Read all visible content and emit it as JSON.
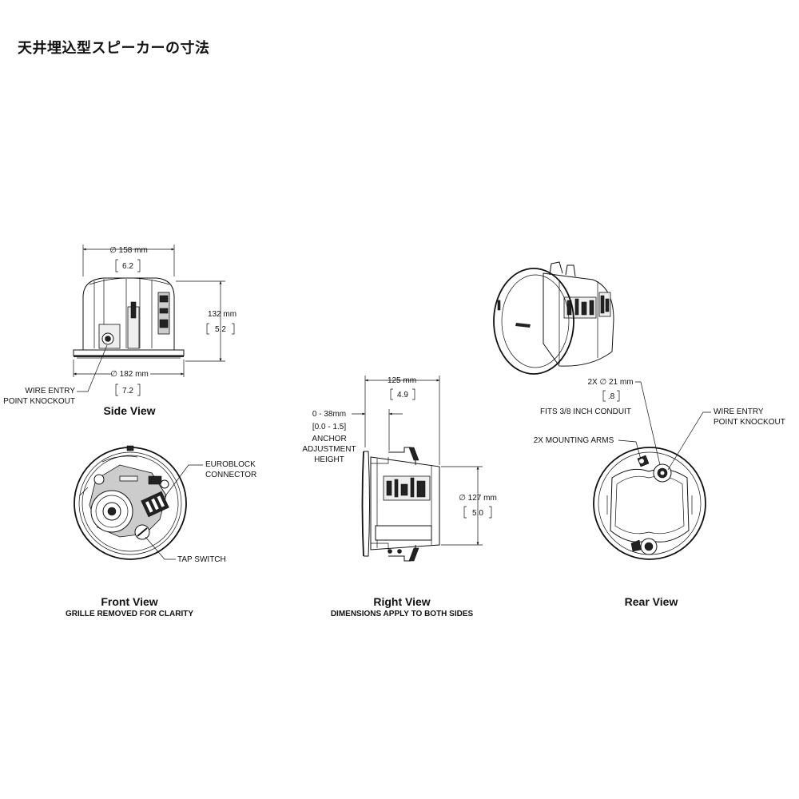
{
  "title": "天井埋込型スピーカーの寸法",
  "side_view": {
    "caption": "Side View",
    "dim_top_diameter": "∅ 158 mm",
    "dim_top_inch": "6.2",
    "dim_height": "132 mm",
    "dim_height_inch": "5.2",
    "dim_flange_diameter": "∅ 182 mm",
    "dim_flange_inch": "7.2",
    "callout_wire_line1": "WIRE ENTRY",
    "callout_wire_line2": "POINT KNOCKOUT"
  },
  "front_view": {
    "caption": "Front View",
    "subcaption": "GRILLE REMOVED FOR CLARITY",
    "callout_euro_line1": "EUROBLOCK",
    "callout_euro_line2": "CONNECTOR",
    "callout_tap": "TAP SWITCH"
  },
  "right_view": {
    "caption": "Right View",
    "subcaption": "DIMENSIONS APPLY TO BOTH SIDES",
    "dim_depth": "125 mm",
    "dim_depth_inch": "4.9",
    "dim_anchor": "0 - 38mm",
    "dim_anchor_inch": "[0.0 - 1.5]",
    "anchor_line1": "ANCHOR",
    "anchor_line2": "ADJUSTMENT",
    "anchor_line3": "HEIGHT",
    "dim_diameter": "∅ 127 mm",
    "dim_diameter_inch": "5.0"
  },
  "rear_view": {
    "caption": "Rear View",
    "dim_conduit": "2X ∅ 21 mm",
    "dim_conduit_inch": ".8",
    "conduit_note": "FITS 3/8 INCH CONDUIT",
    "callout_arms": "2X MOUNTING ARMS",
    "callout_wire_line1": "WIRE ENTRY",
    "callout_wire_line2": "POINT KNOCKOUT"
  }
}
